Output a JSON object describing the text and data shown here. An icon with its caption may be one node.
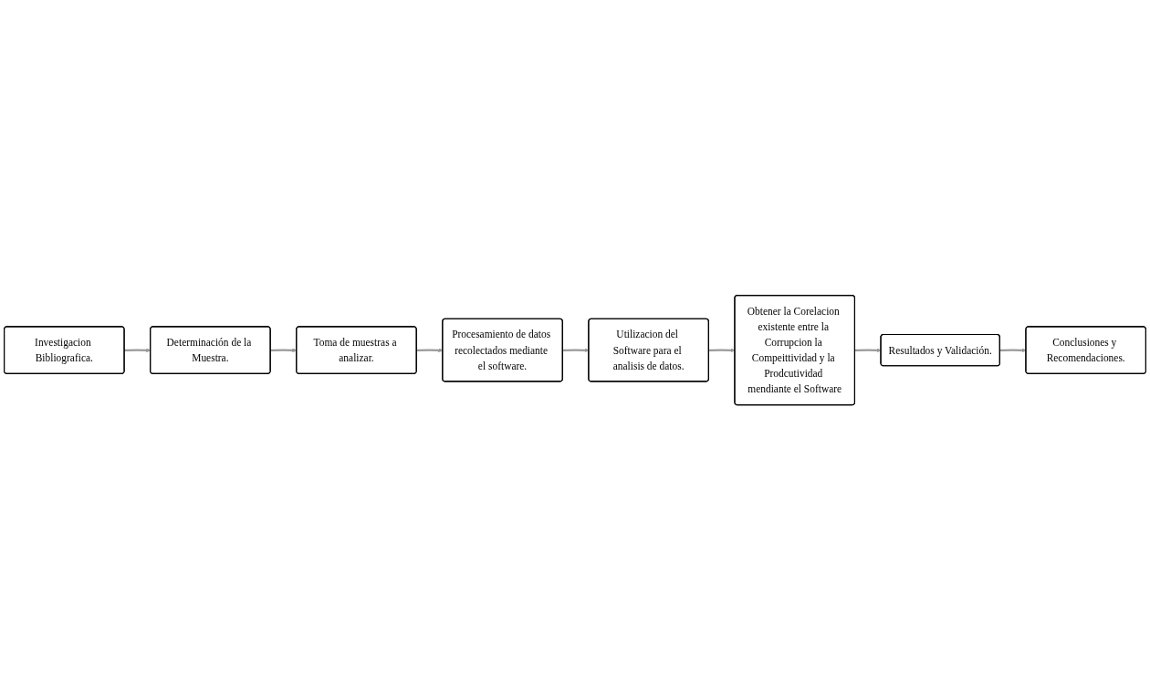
{
  "diagram": {
    "nodes": [
      {
        "text": [
          "Investigacion Bibliografica."
        ]
      },
      {
        "text": [
          "Determinación de la Muestra."
        ]
      },
      {
        "text": [
          "Toma de muestras a analizar."
        ]
      },
      {
        "text": [
          "Procesamiento de datos recolectados mediante el software."
        ]
      },
      {
        "text": [
          "Utilizacion del Software para el analisis de datos."
        ]
      },
      {
        "text": [
          "Obtener la Corelacion existente entre la Corrupcion la Compeittividad y la Prodcutividad mendiante el Software"
        ]
      },
      {
        "text": [
          "Resultados y Validación."
        ]
      },
      {
        "text": [
          "Conclusiones y Recomendaciones."
        ]
      }
    ],
    "edges": [
      {
        "from": 0,
        "to": 1,
        "arrow": "to"
      },
      {
        "from": 1,
        "to": 2,
        "arrow": "to"
      },
      {
        "from": 2,
        "to": 3,
        "arrow": "to"
      },
      {
        "from": 3,
        "to": 4,
        "arrow": "to"
      },
      {
        "from": 4,
        "to": 5,
        "arrow": "to"
      },
      {
        "from": 5,
        "to": 6,
        "arrow": "to"
      },
      {
        "from": 6,
        "to": 7,
        "arrow": "to"
      }
    ]
  }
}
